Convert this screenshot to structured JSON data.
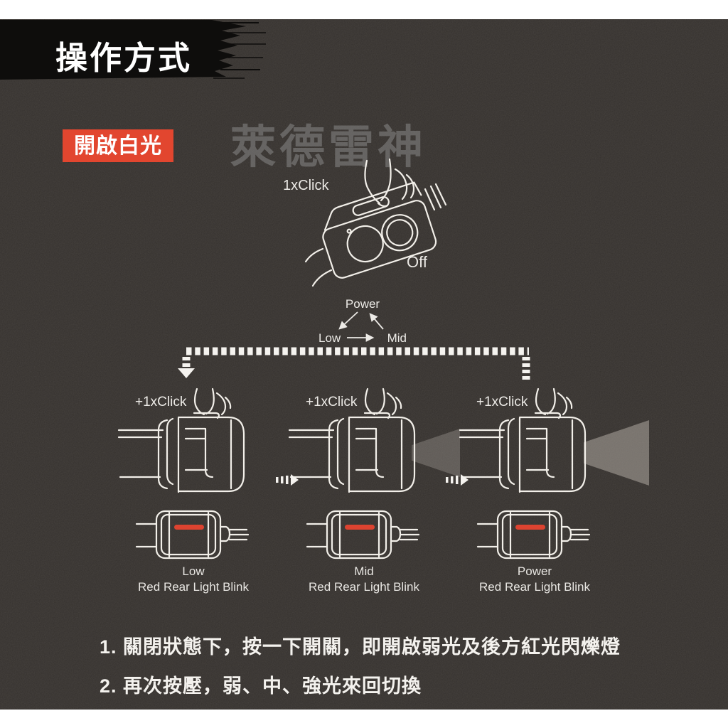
{
  "header": {
    "title": "操作方式"
  },
  "badge": {
    "label": "開啟白光",
    "color": "#e2462f"
  },
  "watermark": {
    "text": "萊德雷神"
  },
  "top_diagram": {
    "click_label": "1xClick",
    "state_label": "Off"
  },
  "mode_cycle": {
    "top": "Power",
    "left": "Low",
    "right": "Mid"
  },
  "steps": [
    {
      "click_label": "+1xClick",
      "mode": "Low",
      "rear_label": "Red Rear Light Blink",
      "beam": "none"
    },
    {
      "click_label": "+1xClick",
      "mode": "Mid",
      "rear_label": "Red Rear Light Blink",
      "beam": "small"
    },
    {
      "click_label": "+1xClick",
      "mode": "Power",
      "rear_label": "Red Rear Light Blink",
      "beam": "large"
    }
  ],
  "instructions": [
    "1. 關閉狀態下，按一下開關，即開啟弱光及後方紅光閃爍燈",
    "2. 再次按壓，弱、中、強光來回切換"
  ],
  "colors": {
    "background": "#34302d",
    "frame": "#ffffff",
    "accent_red": "#e2462f",
    "rear_light_red": "#dd4330",
    "line_white": "#f2efe9"
  }
}
